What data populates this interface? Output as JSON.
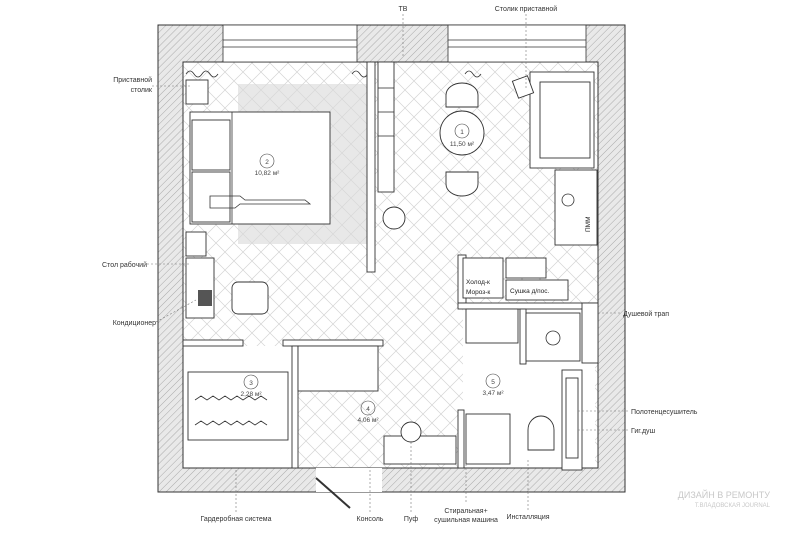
{
  "labels": {
    "tv": "ТВ",
    "side_table_top": "Столик приставной",
    "side_table_left_line1": "Приставной",
    "side_table_left_line2": "столик",
    "desk": "Стол рабочий",
    "ac": "Кондиционер",
    "wardrobe": "Гардеробная система",
    "console": "Консоль",
    "pouf": "Пуф",
    "washer_line1": "Стиральная+",
    "washer_line2": "сушильная машина",
    "installation": "Инсталляция",
    "shower_drain": "Душевой трап",
    "towel_dryer": "Полотенцесушитель",
    "hygienic_shower": "Гиг.душ",
    "fridge": "Холод-к",
    "freezer": "Мороз-к",
    "dryer": "Сушка д/пос.",
    "dishwasher": "ПММ"
  },
  "rooms": [
    {
      "number": "1",
      "area": "11,50 м²"
    },
    {
      "number": "2",
      "area": "10,82 м²"
    },
    {
      "number": "3",
      "area": "2,28 м²"
    },
    {
      "number": "4",
      "area": "4,06 м²"
    },
    {
      "number": "5",
      "area": "3,47 м²"
    }
  ],
  "watermark": {
    "line1": "ДИЗАЙН В РЕМОНТУ",
    "line2": "Т.ВЛАДОВСКАЯ JOURNAL"
  }
}
